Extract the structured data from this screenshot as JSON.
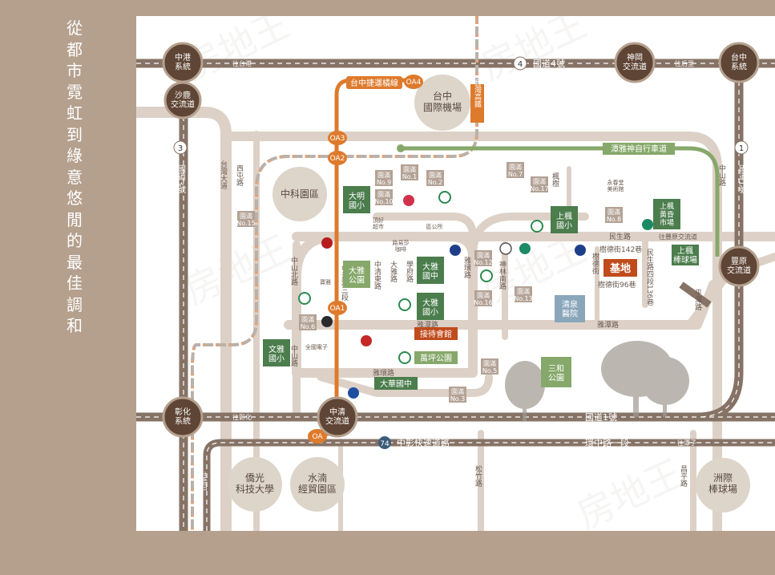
{
  "page": {
    "headline": "從都市霓虹到綠意悠閒的最佳調和"
  },
  "colors": {
    "background": "#b5a08e",
    "map": "#ffffff",
    "road": "#ddd1c7",
    "highway": "#867366",
    "node": "#5f4535",
    "mrt": "#de7a2c",
    "park": "#4b7d4d",
    "bike": "#86a86a",
    "district": "#b3a295",
    "site": "#c04b1c",
    "hospital": "#8aa6bb",
    "circle": "#ddd4ca"
  },
  "interchanges": [
    {
      "id": "zhonggang",
      "label": "中港\n系統"
    },
    {
      "id": "shalu",
      "label": "沙鹿\n交流道"
    },
    {
      "id": "shengang",
      "label": "神岡\n交流道"
    },
    {
      "id": "taichung",
      "label": "台中\n系統"
    },
    {
      "id": "fengyuan",
      "label": "豐原\n交流道"
    },
    {
      "id": "changhua",
      "label": "彰化\n系統"
    },
    {
      "id": "zhongqing",
      "label": "中清\n交流道"
    }
  ],
  "mrt": {
    "line_name": "台中捷運橘線",
    "hsr": "台灣高鐵",
    "stations": [
      "OA4",
      "OA3",
      "OA2",
      "OA1",
      "OA"
    ]
  },
  "highways": [
    {
      "id": "n4",
      "label": "國道4號",
      "shield": "4"
    },
    {
      "id": "n1",
      "label": "國道1號",
      "shield": "1"
    },
    {
      "id": "n3",
      "label": "國道3號",
      "shield": "3"
    },
    {
      "id": "n1v",
      "label": "國道1號"
    },
    {
      "id": "p74",
      "label": "中彰快速道路",
      "shield": "74"
    }
  ],
  "directions": {
    "to_taichung_port": "往台港",
    "to_houli": "往后里",
    "to_changhua": "往彰化",
    "to_tanzi": "往潭子",
    "to_fengyuan": "往豐原交流道",
    "to_wuri": "往烏日"
  },
  "roads": {
    "taiwan_blvd": "台灣大道",
    "xitun": "西屯路",
    "zhongshan_n": "中山北路",
    "zhongshan": "中山路",
    "zhongqing": "中清路三段",
    "zhongqing_east": "中清東路",
    "daya": "大雅路",
    "xuefu": "學府路",
    "yahuan_v": "雅環路",
    "yahuan": "雅環路",
    "yatan": "雅潭路",
    "shenlin_s": "神林南路",
    "fengshu": "楓樹",
    "shude": "樹德街",
    "shude142": "樹德街142巷",
    "shude96": "樹德街96巷",
    "minsheng": "民生路",
    "minsheng_4": "民生路四段136巷",
    "huanzhong": "環中路一段",
    "songzhu": "松竹路",
    "changping": "昌平路",
    "zhongshan_r": "中山路",
    "pingtan": "平潭路",
    "bike_path": "潭雅神自行車道"
  },
  "areas": {
    "airport": "台中\n國際機場",
    "science_park": "中科園區",
    "hsiuping": "僑光\n科技大學",
    "shuinan": "水湳\n經貿園區",
    "intercontinental": "洲際\n棒球場"
  },
  "schools": [
    {
      "id": "daming",
      "label": "大明\n國小"
    },
    {
      "id": "daya_park",
      "label": "大雅\n公園"
    },
    {
      "id": "daya_jh",
      "label": "大雅\n國中"
    },
    {
      "id": "daya_es",
      "label": "大雅\n國小"
    },
    {
      "id": "shangfeng_es",
      "label": "上楓\n國小"
    },
    {
      "id": "wenya",
      "label": "文雅\n國小"
    },
    {
      "id": "wanping",
      "label": "萬坪公園"
    },
    {
      "id": "dahua",
      "label": "大華國中"
    },
    {
      "id": "sanhe",
      "label": "三和\n公園"
    },
    {
      "id": "baseball",
      "label": "上楓\n棒球場"
    }
  ],
  "districts": [
    {
      "id": "no1",
      "label": "園滿\nNo.1"
    },
    {
      "id": "no2",
      "label": "園滿\nNo.2"
    },
    {
      "id": "no3",
      "label": "園滿\nNo.3"
    },
    {
      "id": "no5",
      "label": "園滿\nNo.5"
    },
    {
      "id": "no6",
      "label": "園滿\nNo.6"
    },
    {
      "id": "no7",
      "label": "園滿\nNo.7"
    },
    {
      "id": "no8",
      "label": "園滿\nNo.8"
    },
    {
      "id": "no9",
      "label": "園滿\nNo.9"
    },
    {
      "id": "no10",
      "label": "園滿\nNo.10"
    },
    {
      "id": "no12",
      "label": "園滿\nNo.12"
    },
    {
      "id": "no13",
      "label": "園滿\nNo.13"
    },
    {
      "id": "no15",
      "label": "園滿\nNo.15"
    },
    {
      "id": "no16",
      "label": "園滿\nNo.16"
    },
    {
      "id": "no17",
      "label": "園滿\nNo.17"
    }
  ],
  "landmarks": {
    "site": "基地",
    "hospital": "清泉\n醫院",
    "reception": "接待會館",
    "market": "上楓\n黃昏\n市場"
  },
  "pois": {
    "yungchun": "永春堂\n美術館",
    "supermarket": "頂好\n超市",
    "post": "區公所",
    "cafe": "路易莎\n咖啡",
    "pxmart": "寶雅",
    "electronics": "全國電子"
  },
  "watermark": "房地王"
}
